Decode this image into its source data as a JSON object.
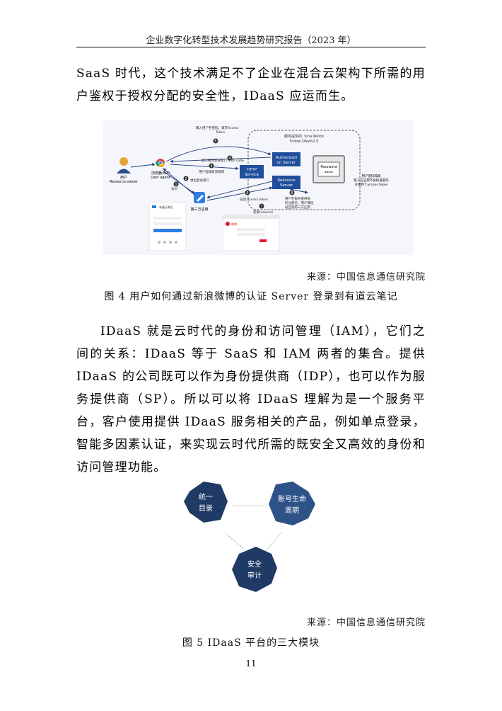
{
  "header": {
    "title": "企业数字化转型技术发展趋势研究报告（2023 年）"
  },
  "paragraphs": {
    "p1": "SaaS 时代，这个技术满足不了企业在混合云架构下所需的用户鉴权于授权分配的安全性，IDaaS 应运而生。",
    "p2": "IDaaS 就是云时代的身份和访问管理（IAM），它们之间的关系：IDaaS 等于 SaaS 和 IAM 两者的集合。提供 IDaaS 的公司既可以作为身份提供商（IDP），也可以作为服务提供商（SP）。所以可以将 IDaaS 理解为是一个服务平台，客户使用提供 IDaaS 服务相关的产品，例如单点登录，智能多因素认证，来实现云时代所需的既安全又高效的身份和访问管理功能。"
  },
  "figure1": {
    "source": "来源：中国信息通信研究院",
    "caption": "图 4 用户如何通过新浪微博的认证 Server 登录到有道云笔记",
    "labels": {
      "user": "用户",
      "user_en": "Resource owner",
      "browser": "浏览器/APP",
      "browser_en": "User agent",
      "third_app": "第三方应用",
      "provider": "服务提供商: Sina Weibo",
      "protocol": "Follow OAuth2.0",
      "auth_server_1": "Authorizati",
      "auth_server_2": "on Server",
      "http_1": "HTTP",
      "http_2": "Service",
      "res_1": "Resource",
      "res_2": "Server",
      "password": "Password",
      "pw_mask": "****",
      "step1": "访问",
      "step2": "弹出登录窗口",
      "step3": "用户选择新浪微博",
      "step4": "显示微博登录窗口 auth code",
      "step5a": "输入用户名密码，请求Access",
      "step5b": "Token",
      "step6": "返回 Access token",
      "step7": "获取resource",
      "step8a": "用户在服务提供商",
      "step8b": "的注册名、用户属性",
      "step8c": "返回到第三方应用",
      "note1": "用户密码隔离",
      "note2": "第三方应用不会知道密码",
      "note3": "只收到了access token",
      "n1": "1",
      "n2": "2",
      "n3": "3",
      "n4": "4",
      "n5": "5",
      "n6": "6",
      "n7": "7",
      "n8": "8",
      "app_title": "有道云笔记",
      "weibo": "微博"
    }
  },
  "figure2": {
    "source": "来源：中国信息通信研究院",
    "caption": "图 5 IDaaS 平台的三大模块",
    "hex1": [
      "统一",
      "目录"
    ],
    "hex2": [
      "账号生命",
      "周期"
    ],
    "hex3": [
      "安全",
      "审计"
    ]
  },
  "page_number": "11",
  "colors": {
    "hex_dark": "#1f3a64",
    "hex_mid": "#2d5288",
    "server_blue": "#1f4e9a",
    "arrow": "#1f3d7a"
  }
}
